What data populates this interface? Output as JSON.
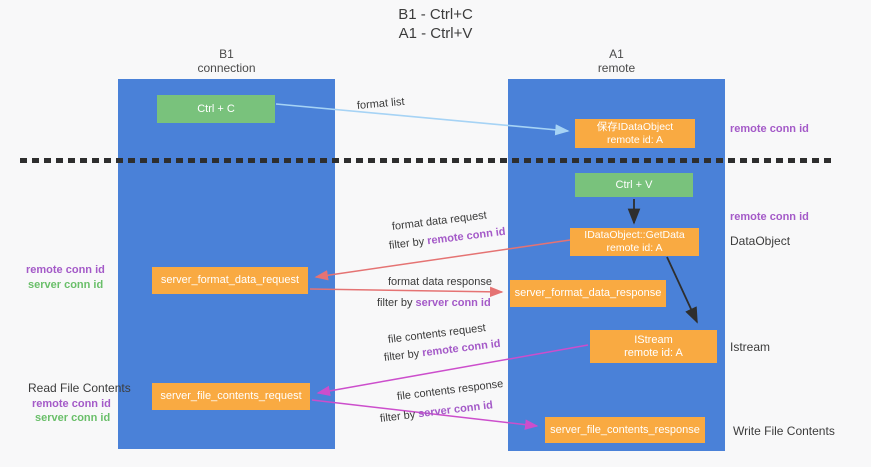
{
  "title": {
    "line1": "B1 - Ctrl+C",
    "line2": "A1 - Ctrl+V"
  },
  "lanes": {
    "left": {
      "name": "B1",
      "role": "connection"
    },
    "right": {
      "name": "A1",
      "role": "remote"
    }
  },
  "nodes": {
    "ctrl_c": {
      "label": "Ctrl + C"
    },
    "saved_dataobject": {
      "line1": "保存IDataObject",
      "line2": "remote id: A"
    },
    "ctrl_v": {
      "label": "Ctrl + V"
    },
    "getdata": {
      "line1": "IDataObject::GetData",
      "line2": "remote id: A"
    },
    "format_request": {
      "label": "server_format_data_request"
    },
    "format_response": {
      "label": "server_format_data_response"
    },
    "istream": {
      "line1": "IStream",
      "line2": "remote id: A"
    },
    "file_request": {
      "label": "server_file_contents_request"
    },
    "file_response": {
      "label": "server_file_contents_response"
    }
  },
  "edge_labels": {
    "format_list": "format list",
    "format_request_line": "format data request",
    "format_request_filter_prefix": "filter by ",
    "format_request_filter_key": "remote conn id",
    "format_response_line": "format data response",
    "format_response_filter_prefix": "filter by ",
    "format_response_filter_key": "server conn id",
    "file_request_line": "file contents request",
    "file_request_filter_prefix": "filter by ",
    "file_request_filter_key": "remote conn id",
    "file_response_line": "file contents response",
    "file_response_filter_prefix": "filter by ",
    "file_response_filter_key": "server conn id"
  },
  "side_labels": {
    "right_remote_conn_top": "remote conn id",
    "right_remote_conn_mid": "remote conn id",
    "dataobject": "DataObject",
    "istream": "Istream",
    "write_file_contents": "Write File Contents",
    "left_remote_conn_1": "remote conn id",
    "left_server_conn_1": "server conn id",
    "read_file_contents": "Read File Contents",
    "left_remote_conn_2": "remote conn id",
    "left_server_conn_2": "server conn id"
  },
  "colors": {
    "lane_blue": "#4a81d8",
    "box_orange": "#f9aa42",
    "box_green": "#79c27c",
    "arrow_lightblue": "#a6d3f5",
    "arrow_red": "#e57373",
    "arrow_magenta": "#cc4ecc",
    "arrow_black": "#2e2e2e",
    "text_purple": "#a45ac8",
    "text_green": "#6abf6a",
    "background": "#f8f8f9"
  }
}
